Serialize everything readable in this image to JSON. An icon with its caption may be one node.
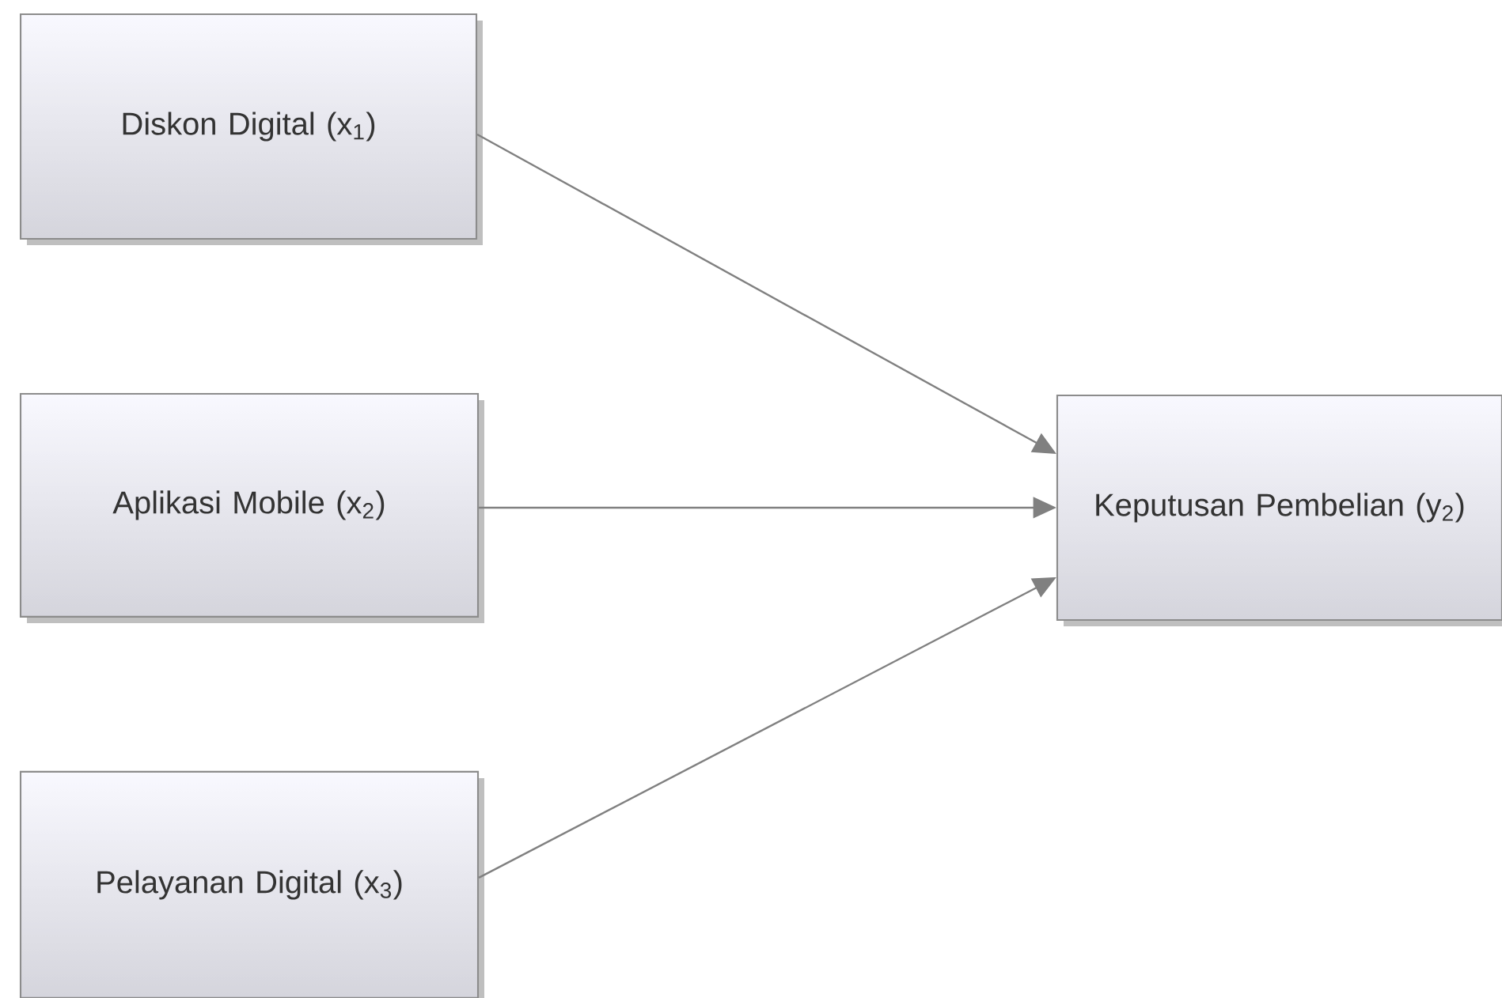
{
  "diagram": {
    "nodes": [
      {
        "text": [
          "Diskon Digital (x$_{1}$)"
        ]
      },
      {
        "text": [
          "Aplikasi Mobile (x$_{2}$)"
        ]
      },
      {
        "text": [
          "Pelayanan Digital (x$_{3}$)"
        ]
      },
      {
        "text": [
          "Keputusan Pembelian (y$_{2}$)"
        ]
      }
    ],
    "edges": [
      {
        "from": 0,
        "to": 3,
        "arrow": "to"
      },
      {
        "from": 1,
        "to": 3,
        "arrow": "to"
      },
      {
        "from": 2,
        "to": 3,
        "arrow": "to"
      }
    ]
  }
}
